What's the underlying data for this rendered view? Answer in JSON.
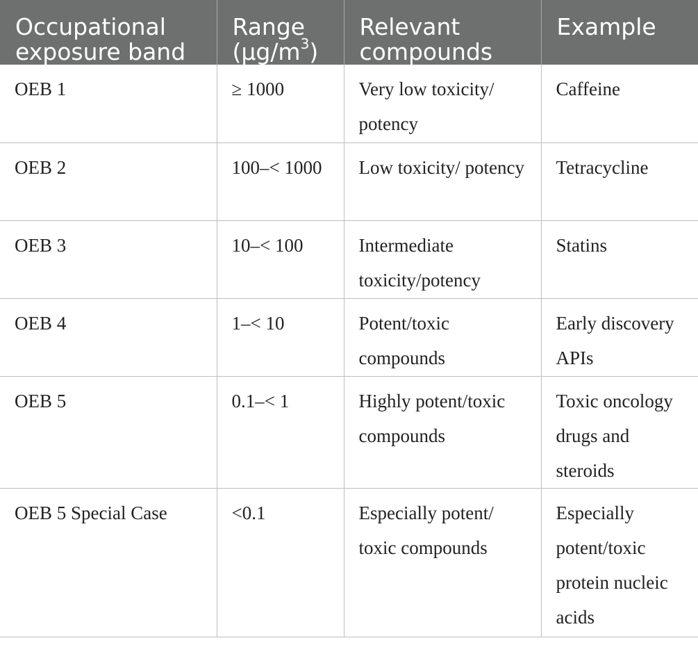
{
  "table": {
    "headers": {
      "band": {
        "line1": "Occupational",
        "line2": "exposure band"
      },
      "range": {
        "line1": "Range",
        "line2_pre": "(μg/m",
        "line2_sup": "3",
        "line2_post": ")"
      },
      "compounds": {
        "line1": "Relevant",
        "line2": "compounds"
      },
      "example": {
        "line1": "Example"
      }
    },
    "rows": [
      {
        "band": "OEB 1",
        "range": "≥ 1000",
        "compounds": "Very low toxicity/ potency",
        "example": "Caffeine"
      },
      {
        "band": "OEB 2",
        "range": "100–< 1000",
        "compounds": "Low toxicity/ potency",
        "example": "Tetracycline"
      },
      {
        "band": "OEB 3",
        "range": "10–< 100",
        "compounds": "Intermediate toxicity/potency",
        "example": "Statins"
      },
      {
        "band": "OEB 4",
        "range": "1–< 10",
        "compounds": "Potent/toxic compounds",
        "example": "Early discovery APIs"
      },
      {
        "band": "OEB 5",
        "range": "0.1–< 1",
        "compounds": "Highly potent/toxic compounds",
        "example": "Toxic oncology drugs and steroids"
      },
      {
        "band": "OEB 5 Special Case",
        "range": "<0.1",
        "compounds": "Especially potent/ toxic compounds",
        "example": "Especially potent/toxic protein nucleic acids"
      }
    ]
  }
}
